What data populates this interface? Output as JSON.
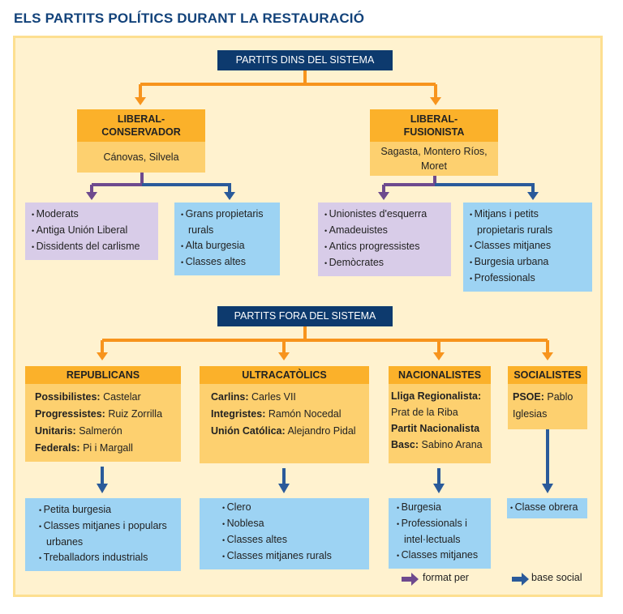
{
  "title": "ELS PARTITS POLÍTICS DURANT LA RESTAURACIÓ",
  "dins": {
    "label": "PARTITS DINS DEL SISTEMA",
    "parties": [
      {
        "name": "LIBERAL- CONSERVADOR",
        "leaders": "Cánovas, Silvela",
        "format_per": [
          "Moderats",
          "Antiga Unión Liberal",
          "Dissidents del carlisme"
        ],
        "base_social": [
          "Grans propietaris rurals",
          "Alta burgesia",
          "Classes altes"
        ]
      },
      {
        "name": "LIBERAL- FUSIONISTA",
        "leaders": "Sagasta, Montero Ríos, Moret",
        "format_per": [
          "Unionistes d'esquerra",
          "Amadeuistes",
          "Antics progressistes",
          "Demòcrates"
        ],
        "base_social": [
          "Mitjans i petits propietaris rurals",
          "Classes mitjanes",
          "Burgesia urbana",
          "Professionals"
        ]
      }
    ]
  },
  "fora": {
    "label": "PARTITS FORA DEL SISTEMA",
    "parties": [
      {
        "name": "REPUBLICANS",
        "groups": [
          {
            "k": "Possibilistes:",
            "v": "Castelar"
          },
          {
            "k": "Progressistes:",
            "v": "Ruiz Zorrilla"
          },
          {
            "k": "Unitaris:",
            "v": "Salmerón"
          },
          {
            "k": "Federals:",
            "v": "Pi i Margall"
          }
        ],
        "base_social": [
          "Petita burgesia",
          "Classes mitjanes i populars urbanes",
          "Treballadors industrials"
        ]
      },
      {
        "name": "ULTRACATÒLICS",
        "groups": [
          {
            "k": "Carlins:",
            "v": "Carles VII"
          },
          {
            "k": "Integristes:",
            "v": "Ramón Nocedal"
          },
          {
            "k": "Unión Católica:",
            "v": "Alejandro Pidal"
          }
        ],
        "base_social": [
          "Clero",
          "Noblesa",
          "Classes altes",
          "Classes mitjanes rurals"
        ]
      },
      {
        "name": "NACIONALISTES",
        "groups": [
          {
            "k": "Lliga Regionalista:",
            "v": "Prat de la Riba"
          },
          {
            "k": "Partit Nacionalista Basc:",
            "v": "Sabino Arana"
          }
        ],
        "base_social": [
          "Burgesia",
          "Professionals i intel·lectuals",
          "Classes mitjanes"
        ]
      },
      {
        "name": "SOCIALISTES",
        "groups": [
          {
            "k": "PSOE:",
            "v": "Pablo Iglesias"
          }
        ],
        "base_social": [
          "Classe obrera"
        ]
      }
    ]
  },
  "legend": {
    "format_per": "format per",
    "base_social": "base social"
  },
  "colors": {
    "navy": "#0d3a6e",
    "orange": "#f7941d",
    "purple": "#6e4a8e",
    "blue": "#2a5a9a"
  }
}
